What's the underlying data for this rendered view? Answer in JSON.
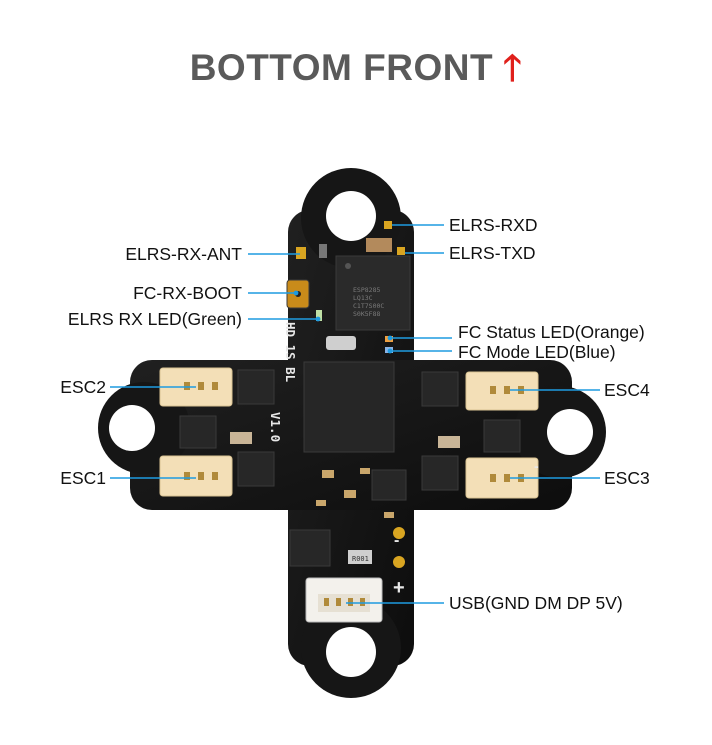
{
  "title": {
    "text": "BOTTOM FRONT",
    "arrow_glyph": "🡑"
  },
  "board": {
    "silkscreen": [
      "HD 1S BL",
      "V1.0"
    ],
    "chip_text": [
      "ESP8285",
      "LQ13C",
      "C1T7S00C",
      "S0K5F88"
    ],
    "crystal_text": "R001",
    "polarity_marks": [
      "-",
      "+"
    ]
  },
  "labels": {
    "elrs_rxd": "ELRS-RXD",
    "elrs_txd": "ELRS-TXD",
    "elrs_rx_ant": "ELRS-RX-ANT",
    "fc_rx_boot": "FC-RX-BOOT",
    "elrs_rx_led": "ELRS RX LED(Green)",
    "fc_status_led": "FC Status LED(Orange)",
    "fc_mode_led": "FC Mode LED(Blue)",
    "esc2": "ESC2",
    "esc4": "ESC4",
    "esc1": "ESC1",
    "esc3": "ESC3",
    "usb": "USB(GND DM DP 5V)"
  },
  "colors": {
    "title": "#5a5a5a",
    "arrow": "#e0201b",
    "pcb": "#161616",
    "leader": "#1e9be0",
    "connector": "#f3dfb7",
    "gold": "#d9a521"
  }
}
